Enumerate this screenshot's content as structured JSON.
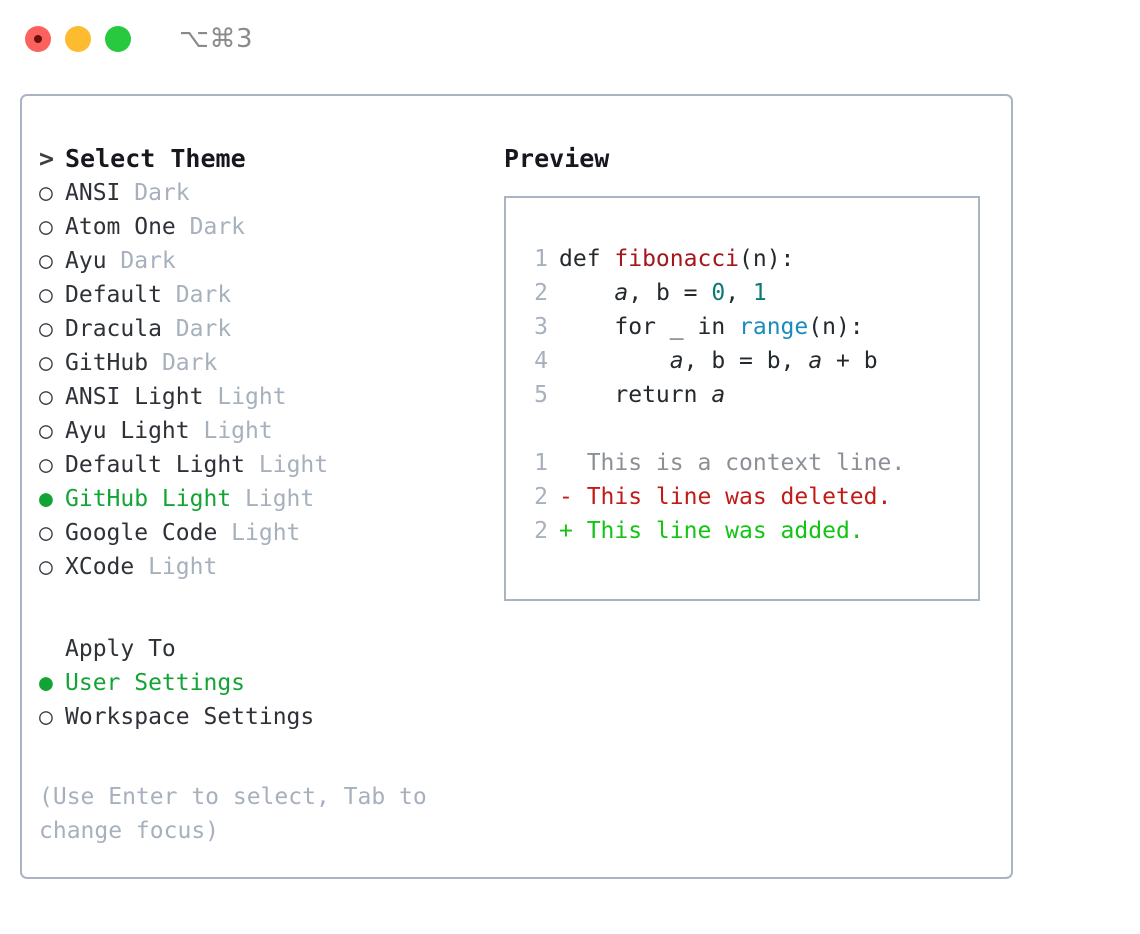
{
  "titlebar": {
    "shortcut": "⌥⌘3",
    "lights": [
      "close",
      "minimize",
      "maximize"
    ]
  },
  "theme_list": {
    "heading_prefix": "> ",
    "heading": "Select Theme",
    "items": [
      {
        "bullet": "○",
        "name": "ANSI",
        "tag": "Dark",
        "selected": false
      },
      {
        "bullet": "○",
        "name": "Atom One",
        "tag": "Dark",
        "selected": false
      },
      {
        "bullet": "○",
        "name": "Ayu",
        "tag": "Dark",
        "selected": false
      },
      {
        "bullet": "○",
        "name": "Default",
        "tag": "Dark",
        "selected": false
      },
      {
        "bullet": "○",
        "name": "Dracula",
        "tag": "Dark",
        "selected": false
      },
      {
        "bullet": "○",
        "name": "GitHub",
        "tag": "Dark",
        "selected": false
      },
      {
        "bullet": "○",
        "name": "ANSI Light",
        "tag": "Light",
        "selected": false
      },
      {
        "bullet": "○",
        "name": "Ayu Light",
        "tag": "Light",
        "selected": false
      },
      {
        "bullet": "○",
        "name": "Default Light",
        "tag": "Light",
        "selected": false
      },
      {
        "bullet": "●",
        "name": "GitHub Light",
        "tag": "Light",
        "selected": true
      },
      {
        "bullet": "○",
        "name": "Google Code",
        "tag": "Light",
        "selected": false
      },
      {
        "bullet": "○",
        "name": "XCode",
        "tag": "Light",
        "selected": false
      }
    ]
  },
  "apply_to": {
    "title": "Apply To",
    "options": [
      {
        "bullet": "●",
        "label": "User Settings",
        "selected": true
      },
      {
        "bullet": "○",
        "label": "Workspace Settings",
        "selected": false
      }
    ]
  },
  "hint": "(Use Enter to select, Tab to change focus)",
  "preview": {
    "title": "Preview",
    "code_lines": [
      {
        "n": "1",
        "tokens": [
          {
            "t": "def ",
            "c": "kw"
          },
          {
            "t": "fibonacci",
            "c": "fn"
          },
          {
            "t": "(n):",
            "c": "punct"
          }
        ]
      },
      {
        "n": "2",
        "tokens": [
          {
            "t": "    ",
            "c": "punct"
          },
          {
            "t": "a",
            "c": "var"
          },
          {
            "t": ", ",
            "c": "punct"
          },
          {
            "t": "b",
            "c": "kw"
          },
          {
            "t": " = ",
            "c": "punct"
          },
          {
            "t": "0",
            "c": "num"
          },
          {
            "t": ", ",
            "c": "punct"
          },
          {
            "t": "1",
            "c": "num"
          }
        ]
      },
      {
        "n": "3",
        "tokens": [
          {
            "t": "    for _ in ",
            "c": "kw"
          },
          {
            "t": "range",
            "c": "bi"
          },
          {
            "t": "(n):",
            "c": "punct"
          }
        ]
      },
      {
        "n": "4",
        "tokens": [
          {
            "t": "        ",
            "c": "punct"
          },
          {
            "t": "a",
            "c": "var"
          },
          {
            "t": ", ",
            "c": "punct"
          },
          {
            "t": "b",
            "c": "kw"
          },
          {
            "t": " = ",
            "c": "punct"
          },
          {
            "t": "b",
            "c": "kw"
          },
          {
            "t": ", ",
            "c": "punct"
          },
          {
            "t": "a",
            "c": "var"
          },
          {
            "t": " + ",
            "c": "punct"
          },
          {
            "t": "b",
            "c": "kw"
          }
        ]
      },
      {
        "n": "5",
        "tokens": [
          {
            "t": "    return ",
            "c": "kw"
          },
          {
            "t": "a",
            "c": "var"
          }
        ]
      }
    ],
    "diff_lines": [
      {
        "n": "1",
        "marker": "  ",
        "text": "This is a context line.",
        "kind": "ctx"
      },
      {
        "n": "2",
        "marker": "- ",
        "text": "This line was deleted.",
        "kind": "del"
      },
      {
        "n": "2",
        "marker": "+ ",
        "text": "This line was added.",
        "kind": "add"
      }
    ]
  },
  "colors": {
    "accent_green": "#13a436",
    "muted": "#a7b0bd",
    "border": "#a9b3c2",
    "text": "#2e3238",
    "fn_red": "#a4161b",
    "builtin_blue": "#1a8cbb",
    "number_teal": "#0c7a72",
    "diff_del": "#c11b17",
    "diff_add": "#13c413",
    "light_close": "#fc625d",
    "light_min": "#fdbc2f",
    "light_max": "#28c83f"
  }
}
